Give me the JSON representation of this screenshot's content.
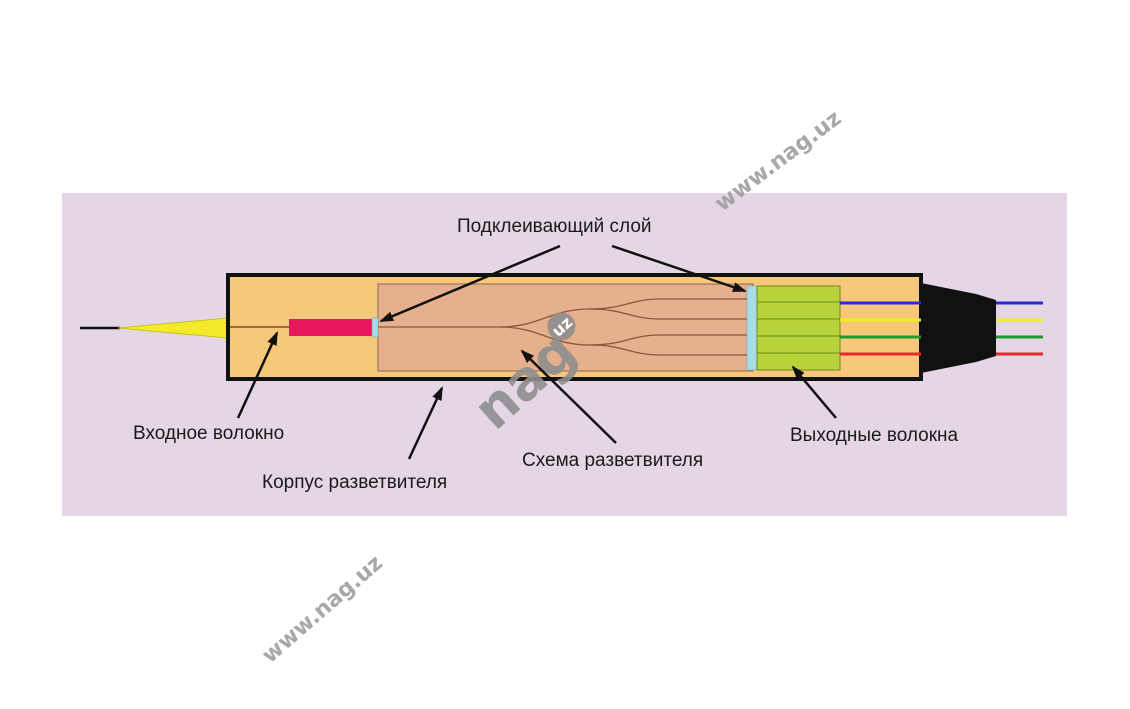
{
  "labels": {
    "glue_layer": "Подклеивающий слой",
    "input_fiber": "Входное волокно",
    "splitter_housing": "Корпус разветвителя",
    "splitter_circuit": "Схема разветвителя",
    "output_fibers": "Выходные волокна"
  },
  "watermark": {
    "site_text": "www.nag.uz",
    "logo_text": "nag",
    "logo_sub": "uz"
  },
  "colors": {
    "panel_bg": "#e4d6e4",
    "housing": "#f7c77a",
    "chip": "#e6b08e",
    "input_connector": "#e8175d",
    "glue_layer": "#a8dce8",
    "output_block": "#b9d33a",
    "boot": "#111111",
    "input_cone": "#f2ea2a",
    "fiber_blue": "#2b2bd6",
    "fiber_yellow": "#f2ee22",
    "fiber_green": "#1e9a2e",
    "fiber_red": "#e82a2a"
  }
}
